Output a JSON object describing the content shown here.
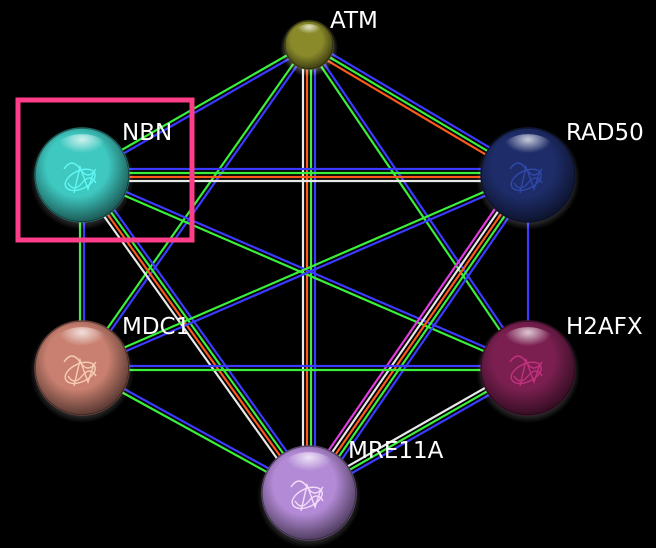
{
  "network": {
    "nodes": [
      {
        "id": "ATM",
        "label": "ATM",
        "color": "#8a8a2a",
        "structure": false
      },
      {
        "id": "NBN",
        "label": "NBN",
        "color": "#3ec8c0",
        "structure": true
      },
      {
        "id": "RAD50",
        "label": "RAD50",
        "color": "#1e2d6a",
        "structure": true
      },
      {
        "id": "MDC1",
        "label": "MDC1",
        "color": "#c98070",
        "structure": true
      },
      {
        "id": "H2AFX",
        "label": "H2AFX",
        "color": "#7a1f50",
        "structure": true
      },
      {
        "id": "MRE11A",
        "label": "MRE11A",
        "color": "#b38ad6",
        "structure": true
      }
    ],
    "selected_node": "NBN",
    "selection_color": "#ff3e8a",
    "edge_colors": {
      "blue": "#3b3bff",
      "green": "#3af03a",
      "red": "#ff5a1e",
      "white": "#e8e8e8",
      "magenta": "#e03ce0"
    },
    "edges": [
      {
        "source": "ATM",
        "target": "NBN",
        "types": [
          "blue",
          "green"
        ]
      },
      {
        "source": "ATM",
        "target": "RAD50",
        "types": [
          "blue",
          "green",
          "red"
        ]
      },
      {
        "source": "ATM",
        "target": "MDC1",
        "types": [
          "blue",
          "green"
        ]
      },
      {
        "source": "ATM",
        "target": "H2AFX",
        "types": [
          "blue",
          "green"
        ]
      },
      {
        "source": "ATM",
        "target": "MRE11A",
        "types": [
          "blue",
          "green",
          "red",
          "white"
        ]
      },
      {
        "source": "NBN",
        "target": "RAD50",
        "types": [
          "blue",
          "green",
          "red",
          "white"
        ]
      },
      {
        "source": "NBN",
        "target": "MDC1",
        "types": [
          "blue",
          "green"
        ]
      },
      {
        "source": "NBN",
        "target": "H2AFX",
        "types": [
          "blue",
          "green"
        ]
      },
      {
        "source": "NBN",
        "target": "MRE11A",
        "types": [
          "blue",
          "green",
          "red",
          "white"
        ]
      },
      {
        "source": "RAD50",
        "target": "MDC1",
        "types": [
          "blue",
          "green"
        ]
      },
      {
        "source": "RAD50",
        "target": "H2AFX",
        "types": [
          "blue"
        ]
      },
      {
        "source": "RAD50",
        "target": "MRE11A",
        "types": [
          "blue",
          "green",
          "red",
          "white",
          "magenta"
        ]
      },
      {
        "source": "MDC1",
        "target": "H2AFX",
        "types": [
          "blue",
          "green"
        ]
      },
      {
        "source": "MDC1",
        "target": "MRE11A",
        "types": [
          "blue",
          "green"
        ]
      },
      {
        "source": "H2AFX",
        "target": "MRE11A",
        "types": [
          "blue",
          "green",
          "white"
        ]
      }
    ]
  }
}
